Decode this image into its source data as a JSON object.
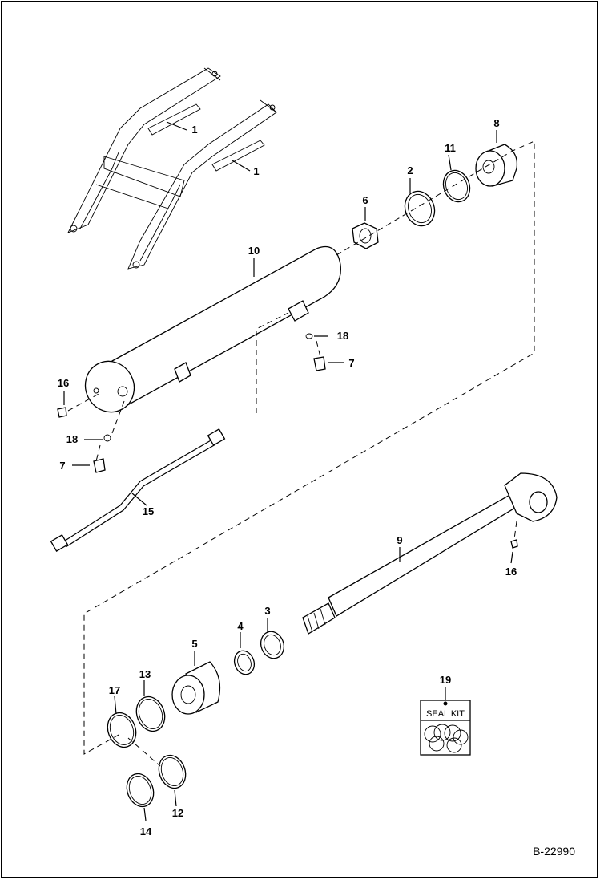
{
  "reference": "B-22990",
  "seal_kit_label": "SEAL KIT",
  "callouts": {
    "c1a": "1",
    "c1b": "1",
    "c2": "2",
    "c3": "3",
    "c4": "4",
    "c5": "5",
    "c6": "6",
    "c7a": "7",
    "c7b": "7",
    "c8": "8",
    "c9": "9",
    "c10": "10",
    "c11": "11",
    "c12": "12",
    "c13": "13",
    "c14": "14",
    "c15": "15",
    "c16a": "16",
    "c16b": "16",
    "c17": "17",
    "c18a": "18",
    "c18b": "18",
    "c19": "19"
  }
}
